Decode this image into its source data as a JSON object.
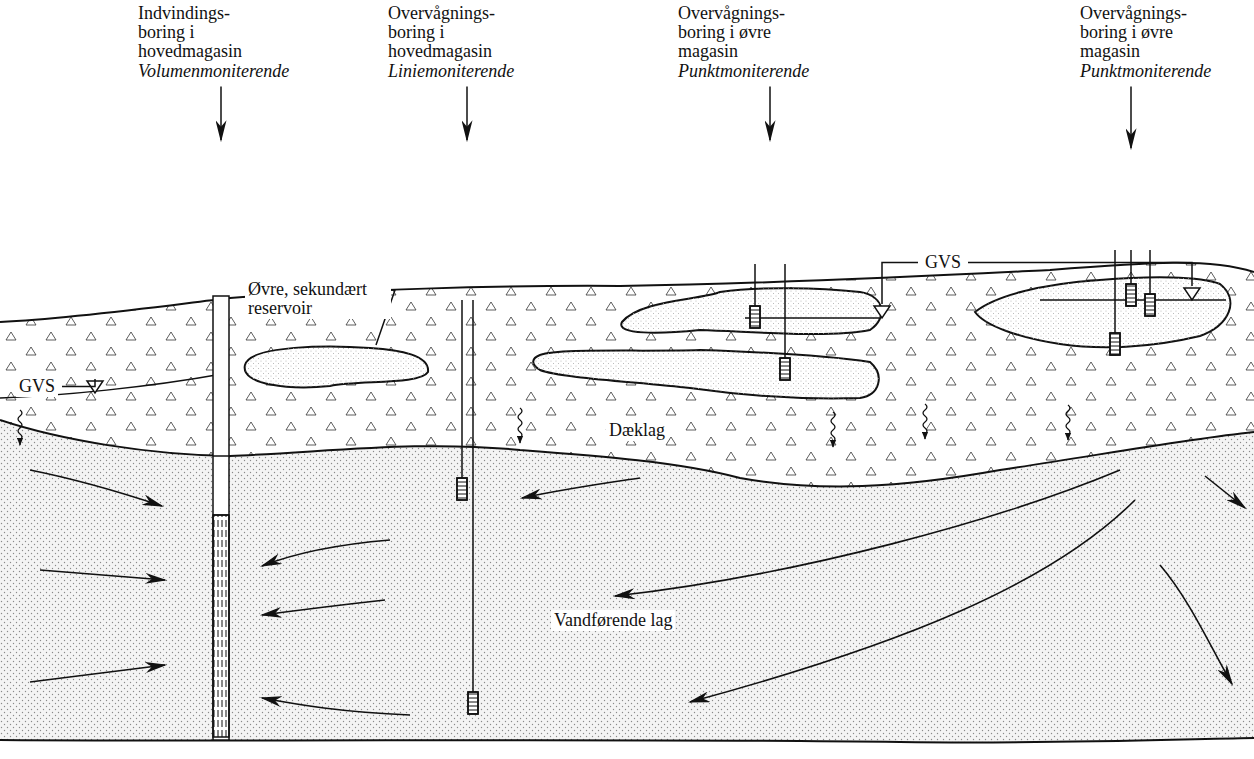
{
  "diagram": {
    "labels": [
      "Indvindings- boring i hovedmagasin",
      "Volumenmoniterende",
      "Overvågnings- boring i hovedmagasin",
      "Liniemoniterende",
      "Overvågnings- boring i øvre magasin",
      "Punktmoniterende",
      "Overvågnings- boring i øvre magasin",
      "Punktmoniterende",
      "Øvre, sekundært reservoir",
      "GVS",
      "GVS",
      "Dæklag",
      "Vandførende lag"
    ]
  }
}
